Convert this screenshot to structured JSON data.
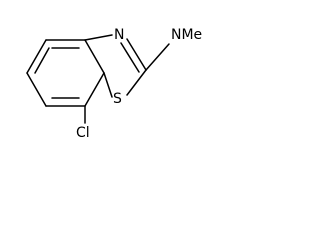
{
  "molecule": {
    "atom_labels": {
      "N": "N",
      "NMe": "NMe",
      "S": "S",
      "Cl": "Cl"
    },
    "colors": {
      "bond": "#000000",
      "text": "#000000",
      "background": "#ffffff"
    }
  }
}
